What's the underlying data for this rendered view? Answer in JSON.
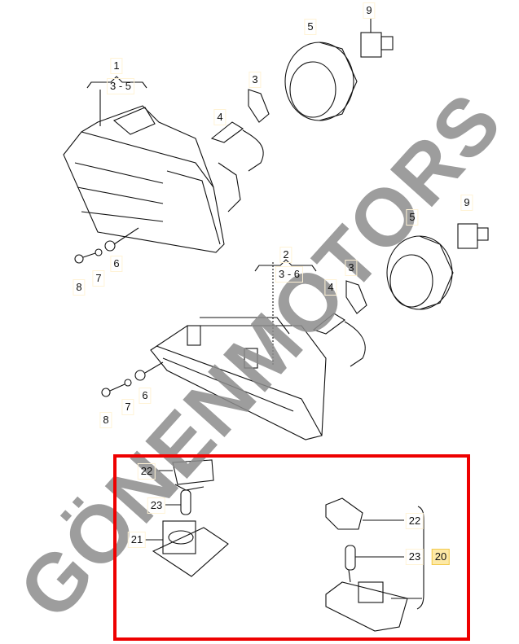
{
  "watermark": "GÖNENMOTORS",
  "assembly_top": {
    "group_no": "1",
    "group_range": "3 - 5",
    "parts": [
      "5",
      "9",
      "3",
      "4",
      "6",
      "7",
      "8"
    ]
  },
  "assembly_middle": {
    "group_no": "2",
    "group_range": "3 - 6",
    "parts": [
      "5",
      "9",
      "3",
      "4",
      "6",
      "7",
      "8"
    ]
  },
  "highlight_box": {
    "color": "#ee0000",
    "left_parts": [
      "22",
      "23",
      "21"
    ],
    "right_parts": [
      "22",
      "23"
    ],
    "right_group": "20"
  }
}
